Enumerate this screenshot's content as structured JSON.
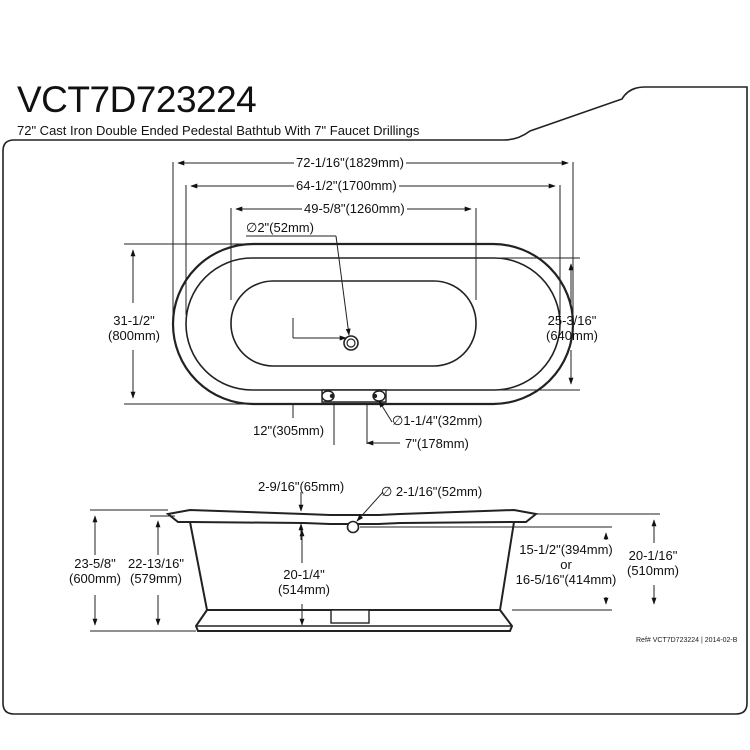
{
  "header": {
    "model": "VCT7D723224",
    "description": "72\" Cast Iron Double Ended Pedestal Bathtub With 7\" Faucet Drillings"
  },
  "top_view": {
    "overall_length": "72-1/16\"(1829mm)",
    "rim_length": "64-1/2\"(1700mm)",
    "basin_length": "49-5/8\"(1260mm)",
    "drain_diameter": "∅2\"(52mm)",
    "overall_width": [
      "31-1/2\"",
      "(800mm)"
    ],
    "inner_width": [
      "25-3/16\"",
      "(640mm)"
    ],
    "faucet_hole_diameter": "∅1-1/4\"(32mm)",
    "drain_offset": "12\"(305mm)",
    "faucet_spacing": "7\"(178mm)"
  },
  "side_view": {
    "rim_thickness": "2-9/16\"(65mm)",
    "overflow_diameter": "∅ 2-1/16\"(52mm)",
    "overall_height": [
      "23-5/8\"",
      "(600mm)"
    ],
    "body_height": [
      "22-13/16\"",
      "(579mm)"
    ],
    "interior_depth": [
      "20-1/4\"",
      "(514mm)"
    ],
    "overflow_height": [
      "15-1/2\"(394mm)",
      "or",
      "16-5/16\"(414mm)"
    ],
    "floor_to_rim": [
      "20-1/16\"",
      "(510mm)"
    ]
  },
  "footer": {
    "reference": "Ref# VCT7D723224 | 2014-02-B"
  }
}
